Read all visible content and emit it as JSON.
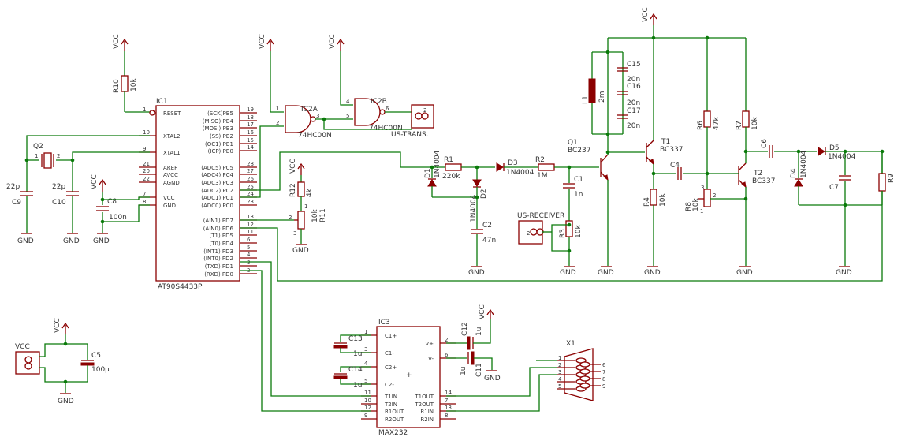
{
  "colors": {
    "wire": "#0a7a0a",
    "part": "#8b0000",
    "text": "#333333"
  },
  "ic1": {
    "name": "IC1",
    "value": "AT90S4433P",
    "left_pins": [
      {
        "num": "1",
        "label": "RESET"
      },
      {
        "num": "10",
        "label": "XTAL2"
      },
      {
        "num": "9",
        "label": "XTAL1"
      },
      {
        "num": "21",
        "label": "AREF"
      },
      {
        "num": "20",
        "label": "AVCC"
      },
      {
        "num": "22",
        "label": "AGND"
      },
      {
        "num": "7",
        "label": "VCC"
      },
      {
        "num": "8",
        "label": "GND"
      }
    ],
    "right_pins": [
      {
        "num": "19",
        "label": "(SCK)PB5"
      },
      {
        "num": "18",
        "label": "(MISO) PB4"
      },
      {
        "num": "17",
        "label": "(MOSI) PB3"
      },
      {
        "num": "16",
        "label": "(SS) PB2"
      },
      {
        "num": "15",
        "label": "(OC1) PB1"
      },
      {
        "num": "14",
        "label": "(ICP) PB0"
      },
      {
        "num": "28",
        "label": "(ADC5) PC5"
      },
      {
        "num": "27",
        "label": "(ADC4) PC4"
      },
      {
        "num": "26",
        "label": "(ADC3) PC3"
      },
      {
        "num": "25",
        "label": "(ADC2) PC2"
      },
      {
        "num": "24",
        "label": "(ADC1) PC1"
      },
      {
        "num": "23",
        "label": "(ADC0) PC0"
      },
      {
        "num": "13",
        "label": "(AIN1) PD7"
      },
      {
        "num": "12",
        "label": "(AIN0) PD6"
      },
      {
        "num": "11",
        "label": "(T1) PD5"
      },
      {
        "num": "6",
        "label": "(T0) PD4"
      },
      {
        "num": "5",
        "label": "(INT1) PD3"
      },
      {
        "num": "4",
        "label": "(INT0) PD2"
      },
      {
        "num": "3",
        "label": "(TXD) PD1"
      },
      {
        "num": "2",
        "label": "(RXD) PD0"
      }
    ]
  },
  "ic3": {
    "name": "IC3",
    "value": "MAX232",
    "left_pins": [
      {
        "num": "1",
        "label": "C1+"
      },
      {
        "num": "3",
        "label": "C1-"
      },
      {
        "num": "4",
        "label": "C2+"
      },
      {
        "num": "5",
        "label": "C2-"
      },
      {
        "num": "11",
        "label": "T1IN"
      },
      {
        "num": "10",
        "label": "T2IN"
      },
      {
        "num": "12",
        "label": "R1OUT"
      },
      {
        "num": "9",
        "label": "R2OUT"
      }
    ],
    "right_pins": [
      {
        "num": "2",
        "label": "V+"
      },
      {
        "num": "6",
        "label": "V-"
      },
      {
        "num": "14",
        "label": "T1OUT"
      },
      {
        "num": "7",
        "label": "T2OUT"
      },
      {
        "num": "13",
        "label": "R1IN"
      },
      {
        "num": "8",
        "label": "R2IN"
      }
    ]
  },
  "gates": {
    "ic2a": {
      "name": "IC2A",
      "value": "74HC00N",
      "in1": "1",
      "in2": "2",
      "out": "3"
    },
    "ic2b": {
      "name": "IC2B",
      "value": "74HC00N",
      "in1": "4",
      "in2": "5",
      "out": "6"
    }
  },
  "power": {
    "vcc": "VCC",
    "gnd": "GND"
  },
  "parts": {
    "r10": {
      "name": "R10",
      "value": "10k"
    },
    "q2": {
      "name": "Q2"
    },
    "c9": {
      "name": "C9",
      "value": "22p"
    },
    "c10": {
      "name": "C10",
      "value": "22p"
    },
    "c8": {
      "name": "C8",
      "value": "100n"
    },
    "r12": {
      "name": "R12",
      "value": "4k"
    },
    "r11": {
      "name": "R11",
      "value": "10k"
    },
    "c5": {
      "name": "C5",
      "value": "100µ"
    },
    "vcc_conn": {
      "name": "VCC"
    },
    "us_trans": {
      "name": "US-TRANS."
    },
    "us_recv": {
      "name": "US-RECEIVER"
    },
    "d1": {
      "name": "D1",
      "value": "1N4004"
    },
    "d2": {
      "name": "D2",
      "value": "1N4004"
    },
    "d3": {
      "name": "D3",
      "value": "1N4004"
    },
    "d4": {
      "name": "D4",
      "value": "1N4004"
    },
    "d5": {
      "name": "D5",
      "value": "1N4004"
    },
    "r1": {
      "name": "R1",
      "value": "220k"
    },
    "r2": {
      "name": "R2",
      "value": "1M"
    },
    "r3": {
      "name": "R3",
      "value": "10k"
    },
    "r4": {
      "name": "R4",
      "value": "10k"
    },
    "r6": {
      "name": "R6",
      "value": "47k"
    },
    "r7": {
      "name": "R7",
      "value": "10k"
    },
    "r8": {
      "name": "R8",
      "value": "10k"
    },
    "r9": {
      "name": "R9"
    },
    "c1": {
      "name": "C1",
      "value": "1n"
    },
    "c2": {
      "name": "C2",
      "value": "47n"
    },
    "c4": {
      "name": "C4"
    },
    "c6": {
      "name": "C6"
    },
    "c7": {
      "name": "C7"
    },
    "c11": {
      "name": "C11",
      "value": "1u"
    },
    "c12": {
      "name": "C12",
      "value": "1u"
    },
    "c13": {
      "name": "C13",
      "value": "1u"
    },
    "c14": {
      "name": "C14",
      "value": "1u"
    },
    "c15": {
      "name": "C15",
      "value": "20n"
    },
    "c16": {
      "name": "C16",
      "value": "20n"
    },
    "c17": {
      "name": "C17",
      "value": "20n"
    },
    "l1": {
      "name": "L1",
      "value": "2m"
    },
    "q1": {
      "name": "Q1",
      "value": "BC237"
    },
    "t1": {
      "name": "T1",
      "value": "BC337"
    },
    "t2": {
      "name": "T2",
      "value": "BC337"
    },
    "x1": {
      "name": "X1"
    }
  },
  "x1_pins": [
    "1",
    "2",
    "3",
    "4",
    "5",
    "6",
    "7",
    "8",
    "9"
  ],
  "pin_nums": {
    "p1": "1",
    "p2": "2",
    "p3": "3"
  }
}
